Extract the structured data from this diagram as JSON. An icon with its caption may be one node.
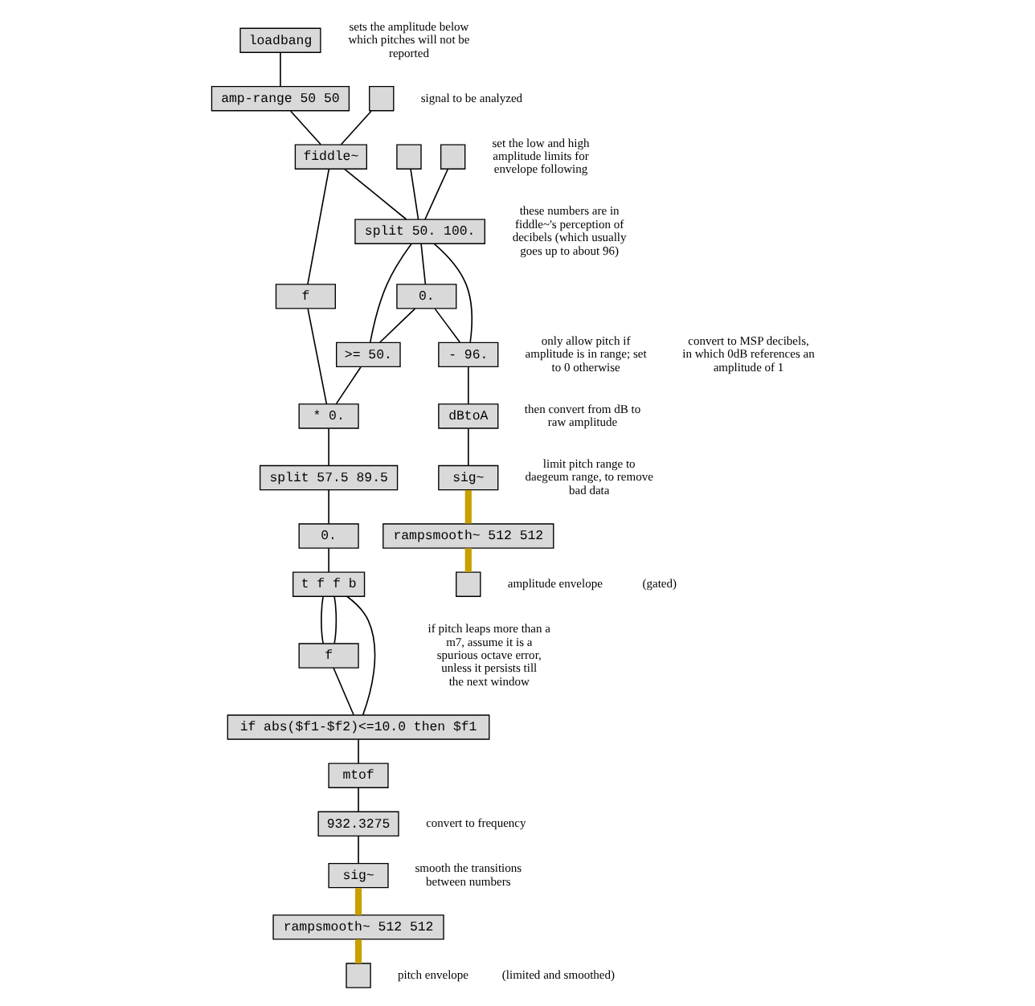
{
  "diagram": {
    "nodes": [
      {
        "text": [
          "loadbang"
        ]
      },
      {
        "text": [],
        "shape": "box",
        "beside": [
          "signal to be analyzed"
        ]
      },
      {
        "text": [
          "amp-range 50 50"
        ]
      },
      {
        "text": [],
        "shape": "box"
      },
      {
        "text": [],
        "shape": "box"
      },
      {
        "text": [
          "fiddle~"
        ]
      },
      {
        "text": [
          "f"
        ]
      },
      {
        "text": [
          "split 50. 100."
        ]
      },
      {
        "text": [
          "0."
        ]
      },
      {
        "text": [
          ">= 50."
        ]
      },
      {
        "text": [
          "* 0."
        ]
      },
      {
        "text": [
          "split 57.5 89.5"
        ]
      },
      {
        "text": [
          "- 96."
        ]
      },
      {
        "text": [
          "0."
        ]
      },
      {
        "text": [
          "dBtoA"
        ]
      },
      {
        "text": [
          "t f f b"
        ]
      },
      {
        "text": [
          "f"
        ]
      },
      {
        "text": [
          "if abs($f1-$f2)<=10.0 then $f1"
        ]
      },
      {
        "text": [
          "mtof"
        ]
      },
      {
        "text": [
          "932.3275"
        ]
      },
      {
        "text": [
          "sig~"
        ]
      },
      {
        "text": [
          "sig~"
        ]
      },
      {
        "text": [
          "rampsmooth~ 512 512"
        ]
      },
      {
        "text": [
          "rampsmooth~ 512 512"
        ]
      },
      {
        "text": [],
        "shape": "box",
        "beside": [
          "pitch envelope",
          "(limited and smoothed)"
        ]
      },
      {
        "text": [],
        "shape": "box",
        "beside": [
          "amplitude envelope",
          "(gated)"
        ]
      }
    ],
    "edges": [
      {
        "from": 0,
        "to": 2,
        "arrow": "none"
      },
      {
        "from": 1,
        "to": 5,
        "arrow": "none"
      },
      {
        "from": 2,
        "to": 5,
        "arrow": "none"
      },
      {
        "from": 5,
        "to": 6,
        "arrow": "none"
      },
      {
        "from": 5,
        "to": 7,
        "arrow": "none"
      },
      {
        "from": 3,
        "to": 7,
        "arrow": "none"
      },
      {
        "from": 4,
        "to": 7,
        "arrow": "none"
      },
      {
        "from": 7,
        "to": 8,
        "arrow": "none"
      },
      {
        "from": 7,
        "to": 9,
        "arrow": "none"
      },
      {
        "from": 8,
        "to": 9,
        "arrow": "none"
      },
      {
        "from": 8,
        "to": 12,
        "arrow": "none"
      },
      {
        "from": 7,
        "to": 12,
        "arrow": "none"
      },
      {
        "from": 6,
        "to": 10,
        "arrow": "none"
      },
      {
        "from": 9,
        "to": 10,
        "arrow": "none"
      },
      {
        "from": 10,
        "to": 11,
        "arrow": "none"
      },
      {
        "from": 11,
        "to": 13,
        "arrow": "none"
      },
      {
        "from": 12,
        "to": 14,
        "arrow": "none"
      },
      {
        "from": 13,
        "to": 15,
        "arrow": "none"
      },
      {
        "from": 15,
        "to": 17,
        "arrow": "none"
      },
      {
        "from": 15,
        "to": 16,
        "arrow": "none"
      },
      {
        "from": 15,
        "to": 16,
        "arrow": "none"
      },
      {
        "from": 16,
        "to": 17,
        "arrow": "none"
      },
      {
        "from": 17,
        "to": 18,
        "arrow": "none"
      },
      {
        "from": 18,
        "to": 19,
        "arrow": "none"
      },
      {
        "from": 19,
        "to": 20,
        "arrow": "none"
      },
      {
        "from": 14,
        "to": 21,
        "arrow": "none"
      },
      {
        "from": 20,
        "to": 22,
        "arrow": "none",
        "style": "thick",
        "color": "#c8a000"
      },
      {
        "from": 21,
        "to": 23,
        "arrow": "none",
        "style": "thick",
        "color": "#c8a000"
      },
      {
        "from": 22,
        "to": 24,
        "arrow": "none",
        "style": "thick",
        "color": "#c8a000"
      },
      {
        "from": 23,
        "to": 25,
        "arrow": "none",
        "style": "thick",
        "color": "#c8a000"
      }
    ],
    "labels": [
      "sets the amplitude below which pitches will not be reported",
      "set the low and high amplitude limits for envelope following",
      "these numbers are in fiddle~'s perception of decibels (which usually goes up to about 96)",
      "only allow pitch if amplitude is in range; set to 0 otherwise",
      "limit pitch range to daegeum range, to remove bad data",
      "convert to MSP decibels, in which 0dB references an amplitude of 1",
      "then convert from dB to raw amplitude",
      "if pitch leaps more than a m7, assume it is a spurious octave error, unless it persists till the next window",
      "convert to frequency",
      "smooth the transitions between numbers"
    ]
  }
}
